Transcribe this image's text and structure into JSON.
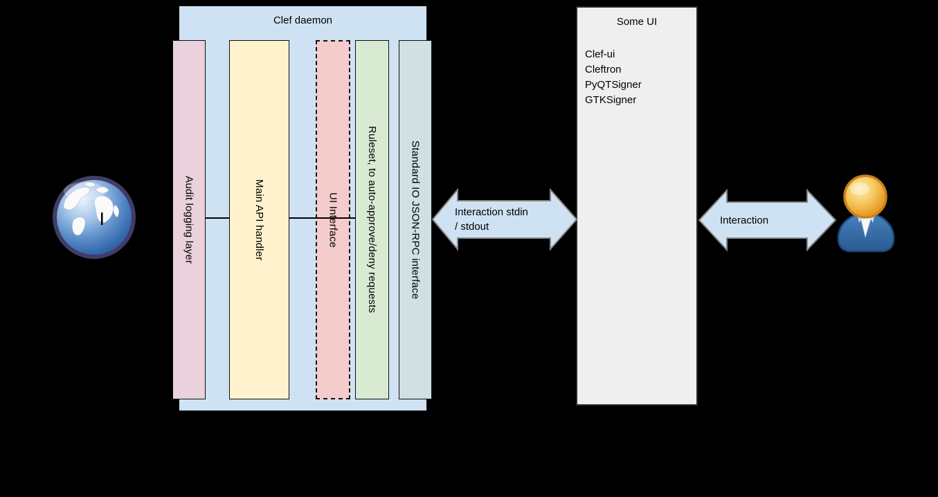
{
  "background": "#000000",
  "clef_daemon": {
    "title": "Clef daemon",
    "fill": "#cfe2f3",
    "bars": [
      {
        "name": "audit-logging-layer",
        "label": "Audit logging layer",
        "fill": "#ead1dc",
        "border_style": "solid"
      },
      {
        "name": "main-api-handler",
        "label": "Main API handler",
        "fill": "#fff2cc",
        "border_style": "solid"
      },
      {
        "name": "ui-interface",
        "label": "UI Interface",
        "fill": "#f4cccc",
        "border_style": "dashed"
      },
      {
        "name": "ruleset",
        "label": "Ruleset, to auto-approve/deny requests",
        "fill": "#d9ead3",
        "border_style": "solid"
      },
      {
        "name": "stdio-json-rpc-interface",
        "label": "Standard IO JSON-RPC interface",
        "fill": "#d0e0e3",
        "border_style": "solid"
      }
    ]
  },
  "arrows": {
    "daemon_to_ui": {
      "label_line1": "Interaction stdin",
      "label_line2": "/ stdout",
      "fill": "#cfe2f3",
      "border": "#858585"
    },
    "ui_to_user": {
      "label": "Interaction",
      "fill": "#cfe2f3",
      "border": "#858585"
    }
  },
  "some_ui": {
    "title": "Some UI",
    "fill": "#efefef",
    "items": [
      "Clef-ui",
      "Cleftron",
      "PyQTSigner",
      "GTKSigner"
    ]
  },
  "icons": {
    "globe": "world-globe",
    "user": "person-user"
  }
}
